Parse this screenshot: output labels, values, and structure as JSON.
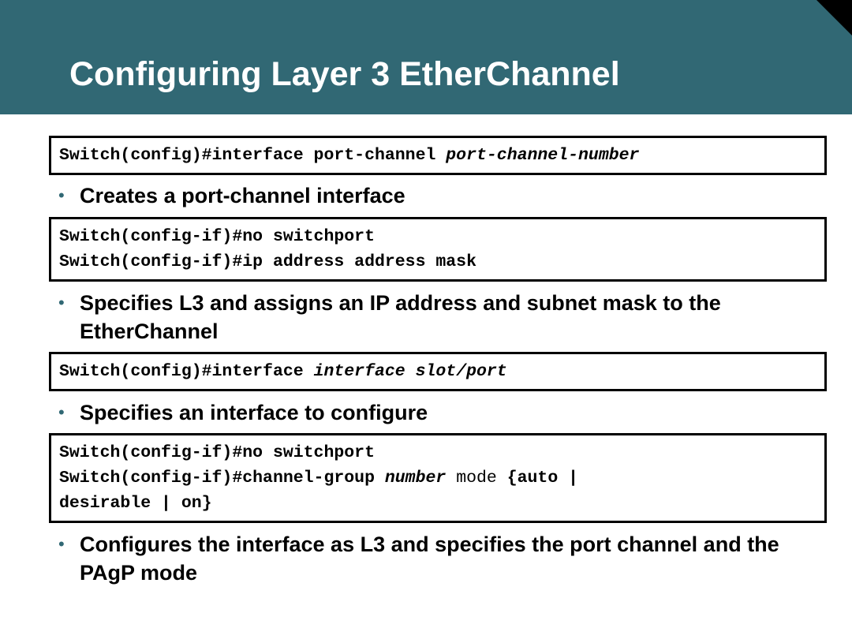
{
  "slide": {
    "title": "Configuring Layer 3 EtherChannel"
  },
  "blocks": [
    {
      "commands": [
        {
          "prefix": "Switch(config)#interface port-channel ",
          "arg": "port-channel-number"
        }
      ],
      "bullet": "Creates a port-channel interface"
    },
    {
      "commands": [
        {
          "text": "Switch(config-if)#no switchport"
        },
        {
          "text": "Switch(config-if)#ip address address mask"
        }
      ],
      "bullet": "Specifies L3 and assigns an IP address and subnet mask to the EtherChannel"
    },
    {
      "commands": [
        {
          "prefix": "Switch(config)#interface ",
          "arg": "interface slot/port"
        }
      ],
      "bullet": "Specifies an interface to configure"
    },
    {
      "commands": [
        {
          "text": "Switch(config-if)#no switchport"
        },
        {
          "prefix": "Switch(config-if)#channel-group ",
          "arg": "number",
          "middle": " mode ",
          "suffix": "{auto |"
        },
        {
          "text": "desirable | on}"
        }
      ],
      "bullet": "Configures the interface as L3 and specifies the port channel and the PAgP mode"
    }
  ],
  "colors": {
    "header_bg": "#316874",
    "corner": "#000000",
    "bullet_marker": "#316874"
  }
}
